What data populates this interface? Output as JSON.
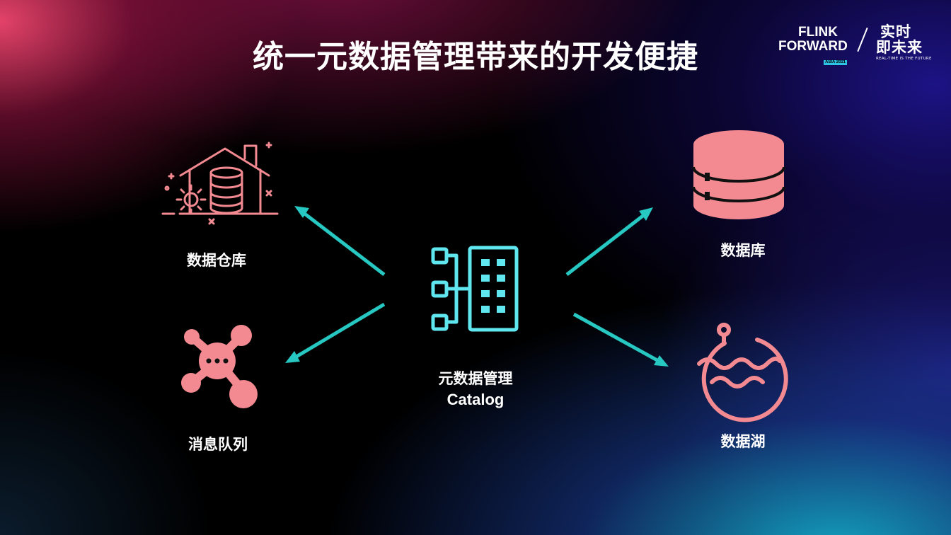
{
  "slide": {
    "title": "统一元数据管理带来的开发便捷"
  },
  "logo": {
    "line1": "FLINK",
    "line2": "FORWARD",
    "badge": "ASIA 2021",
    "cn_line1": "实时",
    "cn_line2": "即未来",
    "tagline": "REAL-TIME IS THE FUTURE"
  },
  "diagram": {
    "center": {
      "name": "元数据管理",
      "subtitle": "Catalog"
    },
    "nodes": [
      {
        "id": "warehouse",
        "label": "数据仓库"
      },
      {
        "id": "mq",
        "label": "消息队列"
      },
      {
        "id": "database",
        "label": "数据库"
      },
      {
        "id": "lake",
        "label": "数据湖"
      }
    ],
    "edges": [
      {
        "from": "center",
        "to": "warehouse"
      },
      {
        "from": "center",
        "to": "mq"
      },
      {
        "from": "center",
        "to": "database"
      },
      {
        "from": "center",
        "to": "lake"
      }
    ]
  },
  "colors": {
    "accent_teal": "#27c7c2",
    "icon_pink": "#f48a91",
    "icon_cyan": "#5fe6ee",
    "text": "#ffffff"
  }
}
